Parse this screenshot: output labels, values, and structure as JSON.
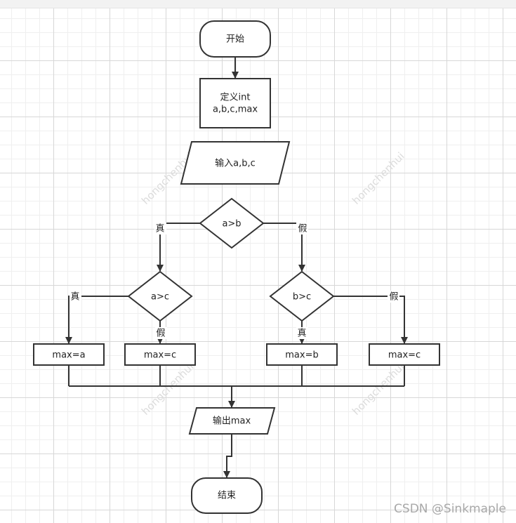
{
  "nodes": {
    "start": "开始",
    "define": [
      "定义int",
      "a,b,c,max"
    ],
    "input": "输入a,b,c",
    "cond1": "a>b",
    "cond2": "a>c",
    "cond3": "b>c",
    "max_a": "max=a",
    "max_c1": "max=c",
    "max_b": "max=b",
    "max_c2": "max=c",
    "output": "输出max",
    "end": "结束"
  },
  "edge_labels": {
    "cond1_true": "真",
    "cond1_false": "假",
    "cond2_true": "真",
    "cond2_false": "假",
    "cond3_true": "真",
    "cond3_false": "假"
  },
  "watermark": "hongchenhui",
  "footer": "CSDN @Sinkmaple",
  "colors": {
    "stroke": "#333333",
    "grid": "#d7d7d7",
    "watermark": "#dcdcdc"
  }
}
